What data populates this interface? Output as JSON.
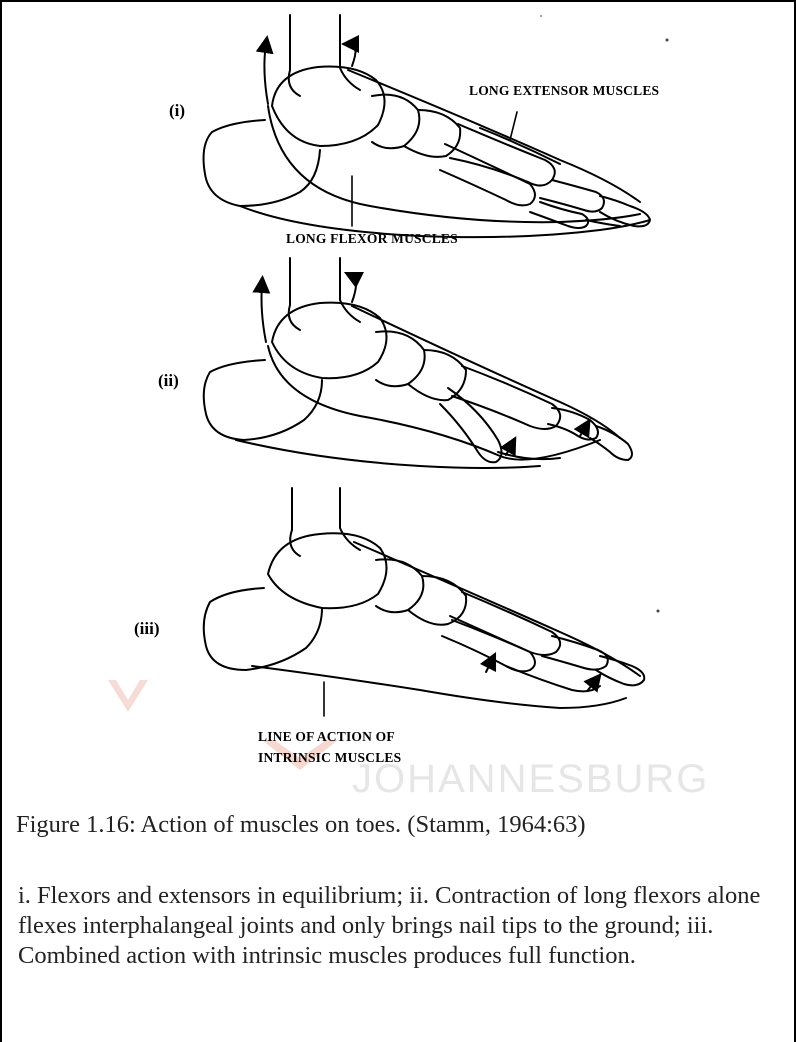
{
  "figure": {
    "panel_labels": [
      "(i)",
      "(ii)",
      "(iii)"
    ],
    "labels": {
      "long_extensor": "LONG EXTENSOR MUSCLES",
      "long_flexor": "LONG FLEXOR MUSCLES",
      "intrinsic_line1": "LINE OF ACTION OF",
      "intrinsic_line2": "INTRINSIC MUSCLES"
    },
    "watermark": "JOHANNESBURG"
  },
  "caption": "Figure 1.16: Action of muscles on toes. (Stamm, 1964:63)",
  "note": "i. Flexors and extensors in equilibrium; ii. Contraction of long flexors alone flexes interphalangeal joints and only brings nail tips to the ground; iii. Combined action with intrinsic muscles produces full function."
}
